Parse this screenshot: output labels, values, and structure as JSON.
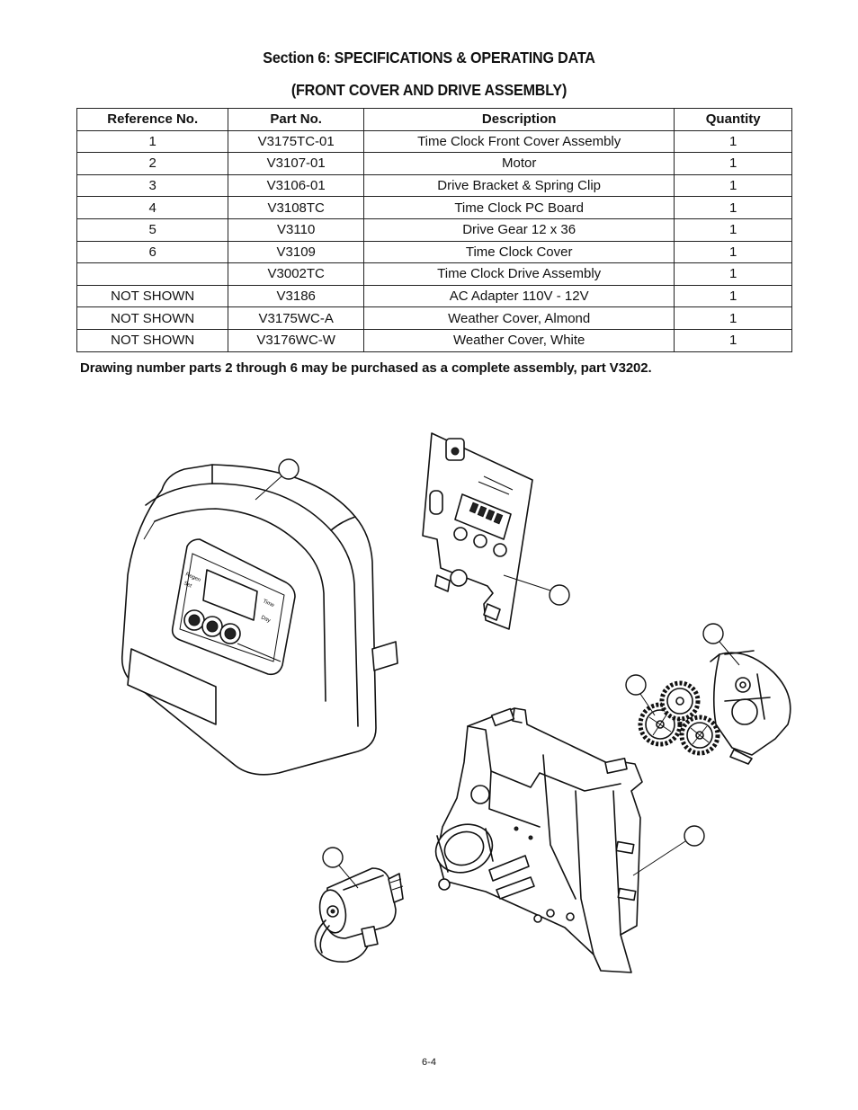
{
  "header": {
    "title": "Section 6: SPECIFICATIONS & OPERATING DATA",
    "subtitle": "(FRONT COVER AND DRIVE ASSEMBLY)"
  },
  "table": {
    "columns": [
      "Reference No.",
      "Part No.",
      "Description",
      "Quantity"
    ],
    "rows": [
      [
        "1",
        "V3175TC-01",
        "Time Clock Front Cover Assembly",
        "1"
      ],
      [
        "2",
        "V3107-01",
        "Motor",
        "1"
      ],
      [
        "3",
        "V3106-01",
        "Drive Bracket & Spring Clip",
        "1"
      ],
      [
        "4",
        "V3108TC",
        "Time Clock PC Board",
        "1"
      ],
      [
        "5",
        "V3110",
        "Drive Gear 12 x 36",
        "1"
      ],
      [
        "6",
        "V3109",
        "Time Clock Cover",
        "1"
      ],
      [
        "",
        "V3002TC",
        "Time Clock Drive Assembly",
        "1"
      ],
      [
        "NOT SHOWN",
        "V3186",
        "AC Adapter 110V - 12V",
        "1"
      ],
      [
        "NOT SHOWN",
        "V3175WC-A",
        "Weather Cover, Almond",
        "1"
      ],
      [
        "NOT SHOWN",
        "V3176WC-W",
        "Weather Cover, White",
        "1"
      ]
    ]
  },
  "note": "Drawing number parts 2 through 6 may be purchased as a complete assembly, part V3202.",
  "page_number": "6-4",
  "diagram": {
    "parts": [
      "front-cover",
      "pc-board",
      "time-clock-cover",
      "drive-gears",
      "drive-bracket",
      "motor"
    ]
  }
}
